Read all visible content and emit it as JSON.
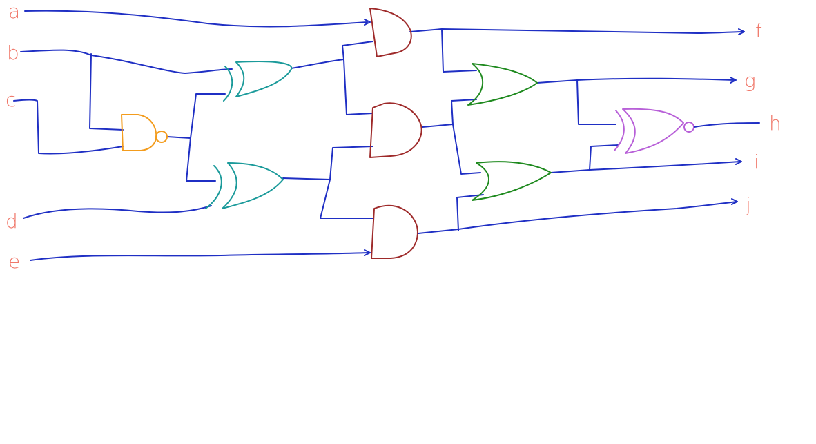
{
  "diagram": {
    "type": "logic-circuit",
    "inputs": [
      "a",
      "b",
      "c",
      "d",
      "e"
    ],
    "outputs": [
      "f",
      "g",
      "h",
      "i",
      "j"
    ],
    "gates": [
      {
        "id": "nand1",
        "kind": "NAND",
        "inputs": [
          "b",
          "c"
        ]
      },
      {
        "id": "xor1",
        "kind": "XOR",
        "inputs": [
          "b",
          "nand1"
        ]
      },
      {
        "id": "xor2",
        "kind": "XOR",
        "inputs": [
          "nand1",
          "d"
        ]
      },
      {
        "id": "and1",
        "kind": "AND",
        "inputs": [
          "a",
          "xor1"
        ]
      },
      {
        "id": "and2",
        "kind": "AND",
        "inputs": [
          "xor1",
          "xor2"
        ]
      },
      {
        "id": "and3",
        "kind": "AND",
        "inputs": [
          "xor2",
          "e"
        ]
      },
      {
        "id": "or1",
        "kind": "OR",
        "inputs": [
          "and1",
          "and2"
        ]
      },
      {
        "id": "or2",
        "kind": "OR",
        "inputs": [
          "and2",
          "and3"
        ]
      },
      {
        "id": "xnor1",
        "kind": "XNOR",
        "inputs": [
          "or1",
          "or2"
        ]
      }
    ],
    "output_sources": {
      "f": "and1",
      "g": "or1",
      "h": "xnor1",
      "i": "or2",
      "j": "and3"
    }
  },
  "colors": {
    "wire": "#1f2fc4",
    "label": "#f0786a",
    "nand": "#f39c1d",
    "xor": "#1a9a9a",
    "and": "#9e2a2a",
    "or": "#1f8a1f",
    "xnor": "#b860d8"
  }
}
